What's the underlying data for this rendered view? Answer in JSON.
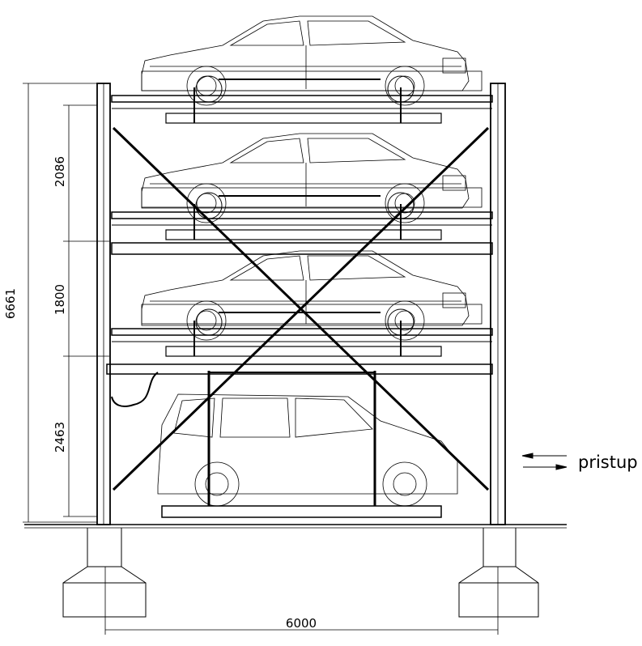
{
  "dimensions": {
    "total_height": "6661",
    "level_1_height": "2086",
    "level_2_height": "1800",
    "level_3_height": "2463",
    "total_width": "6000"
  },
  "access_label": "pristup",
  "colors": {
    "line": "#000000",
    "background": "#ffffff"
  }
}
